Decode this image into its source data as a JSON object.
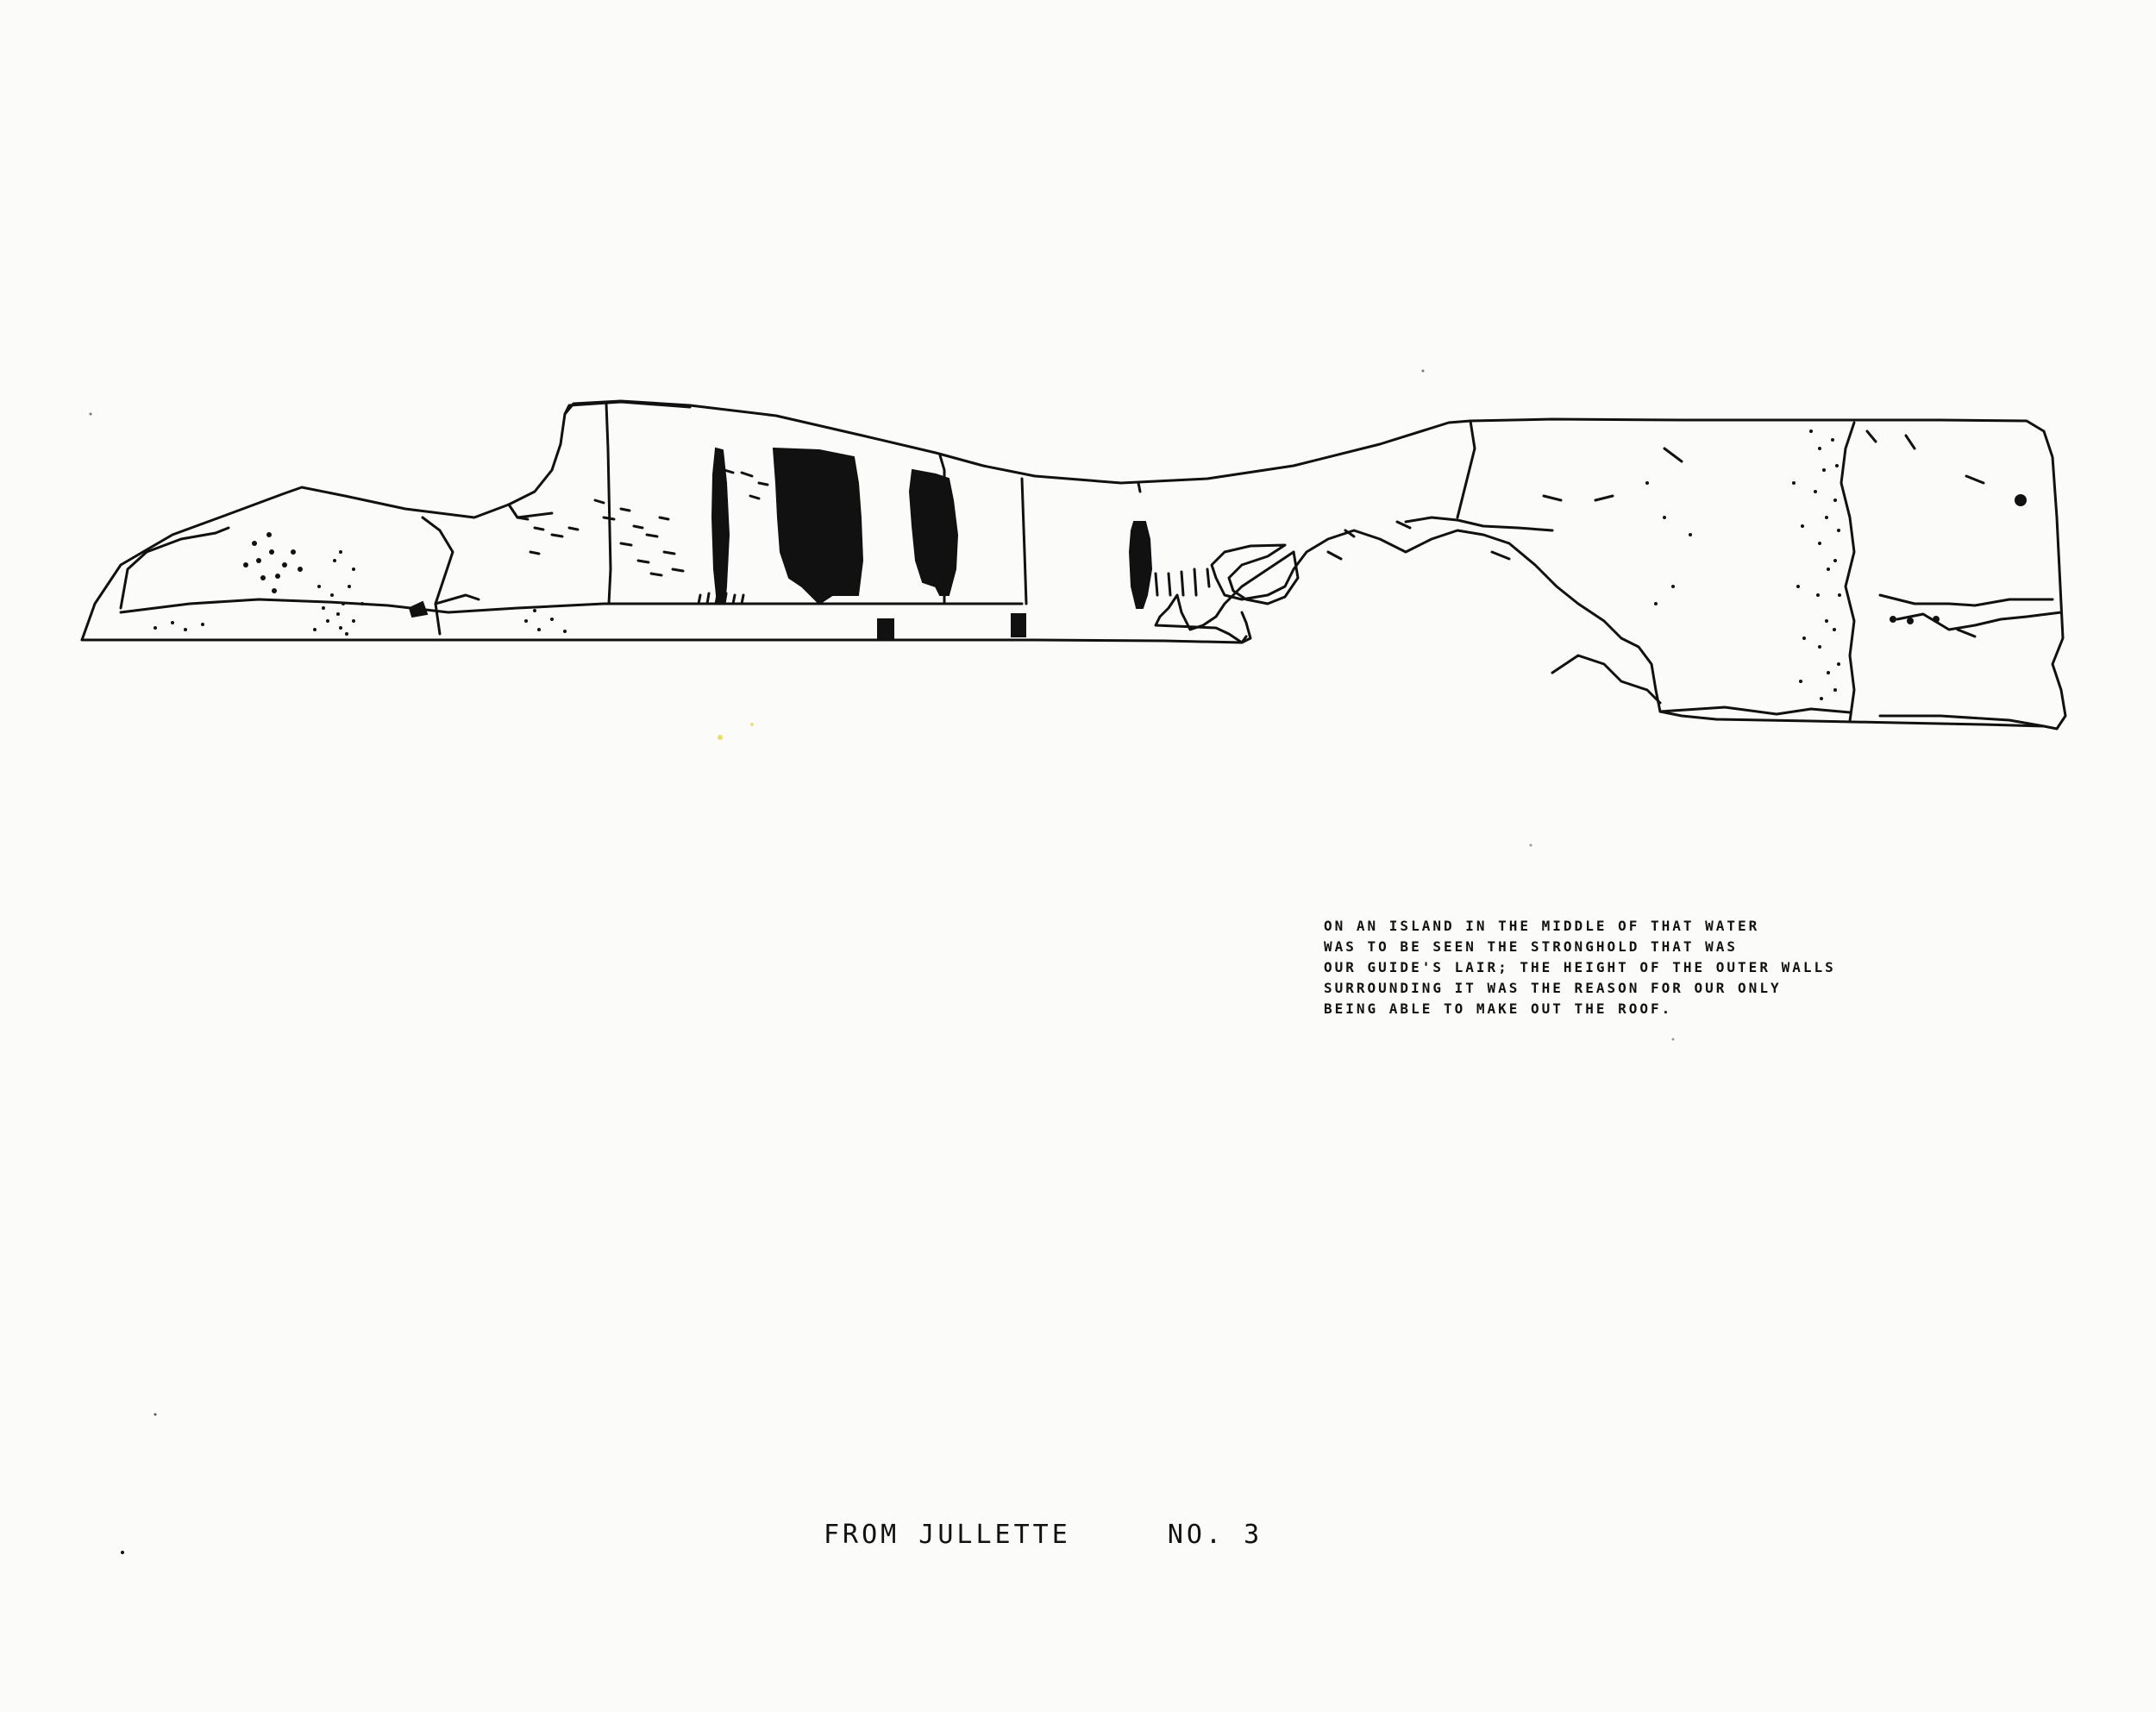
{
  "caption": {
    "lines": [
      "ON AN ISLAND IN THE MIDDLE OF THAT WATER",
      "WAS TO BE SEEN THE STRONGHOLD THAT WAS",
      "OUR GUIDE'S LAIR; THE HEIGHT OF THE OUTER WALLS",
      "SURROUNDING IT WAS THE REASON FOR OUR ONLY",
      "BEING ABLE TO MAKE OUT THE ROOF."
    ]
  },
  "title": {
    "text": "FROM JULLETTE",
    "number": "NO. 3"
  },
  "colors": {
    "paper": "#fbfbf9",
    "ink": "#111111",
    "speck": "#e4e070"
  }
}
